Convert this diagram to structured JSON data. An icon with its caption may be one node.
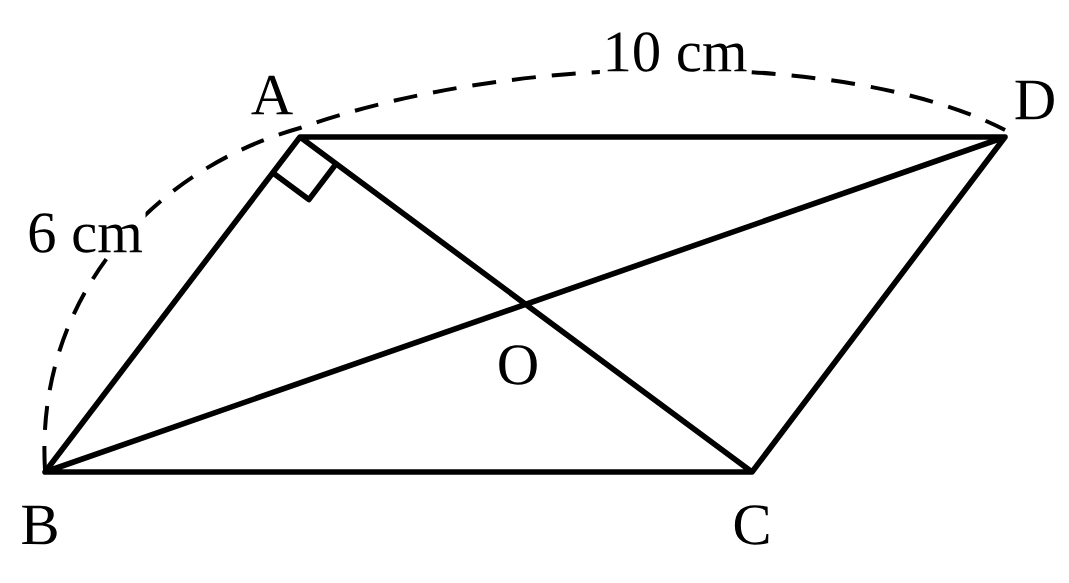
{
  "diagram": {
    "labels": [
      "10 cm",
      "A",
      "D",
      "6 cm",
      "O",
      "B",
      "C"
    ]
  }
}
